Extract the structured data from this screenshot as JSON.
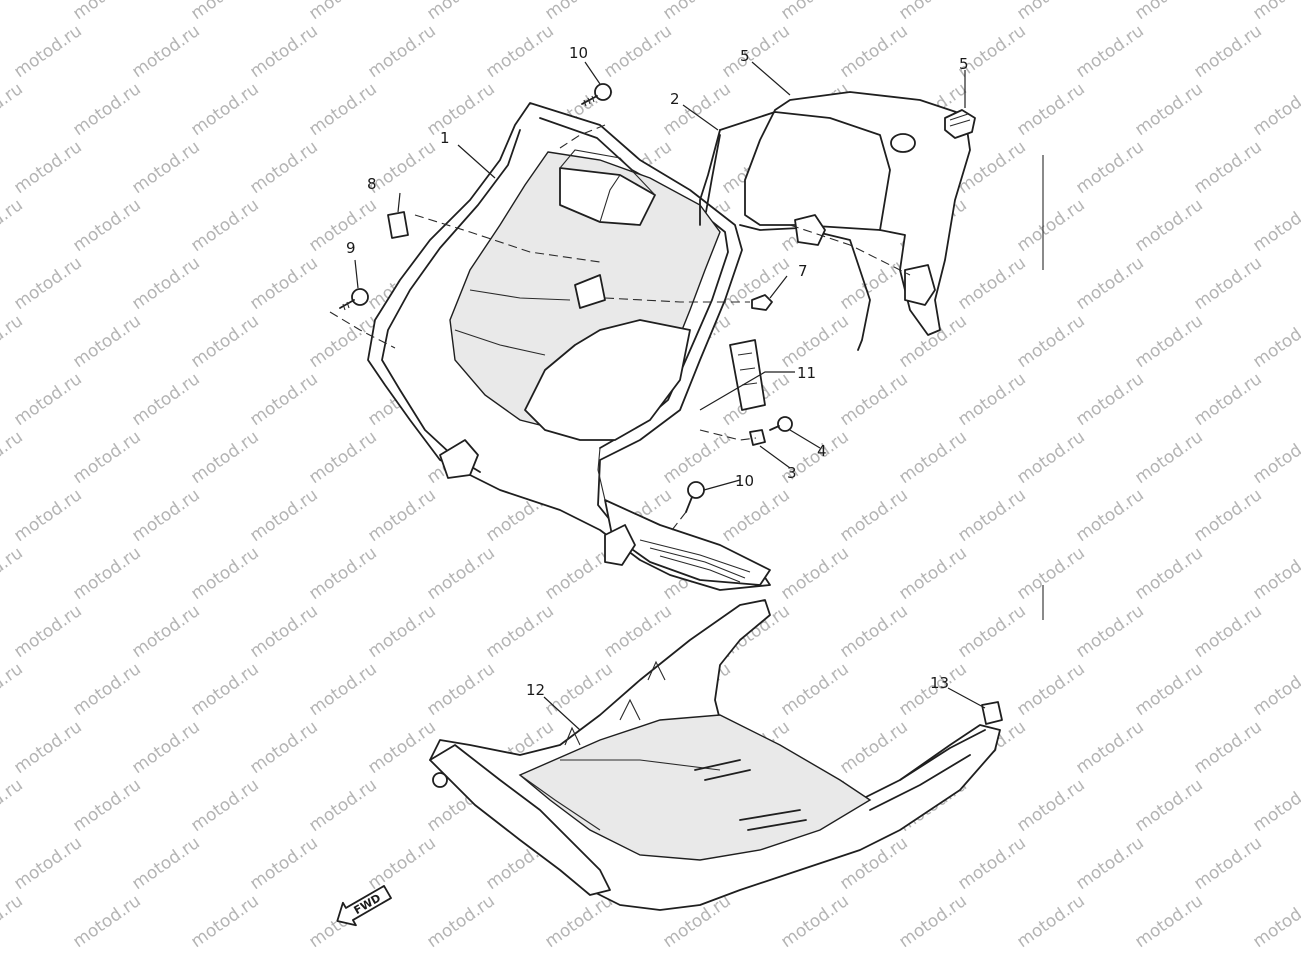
{
  "watermark": {
    "text": "motod.ru"
  },
  "callouts": [
    {
      "id": "c1",
      "label": "1"
    },
    {
      "id": "c2",
      "label": "2"
    },
    {
      "id": "c3",
      "label": "3"
    },
    {
      "id": "c4",
      "label": "4"
    },
    {
      "id": "c5a",
      "label": "5"
    },
    {
      "id": "c5b",
      "label": "5"
    },
    {
      "id": "c7",
      "label": "7"
    },
    {
      "id": "c8",
      "label": "8"
    },
    {
      "id": "c9",
      "label": "9"
    },
    {
      "id": "c10a",
      "label": "10"
    },
    {
      "id": "c10b",
      "label": "10"
    },
    {
      "id": "c11",
      "label": "11"
    },
    {
      "id": "c12",
      "label": "12"
    },
    {
      "id": "c13",
      "label": "13"
    }
  ],
  "direction_arrow": {
    "label": "FWD"
  },
  "colors": {
    "line": "#1f1f1f",
    "watermark": "#b4b4b4",
    "background": "#ffffff"
  }
}
